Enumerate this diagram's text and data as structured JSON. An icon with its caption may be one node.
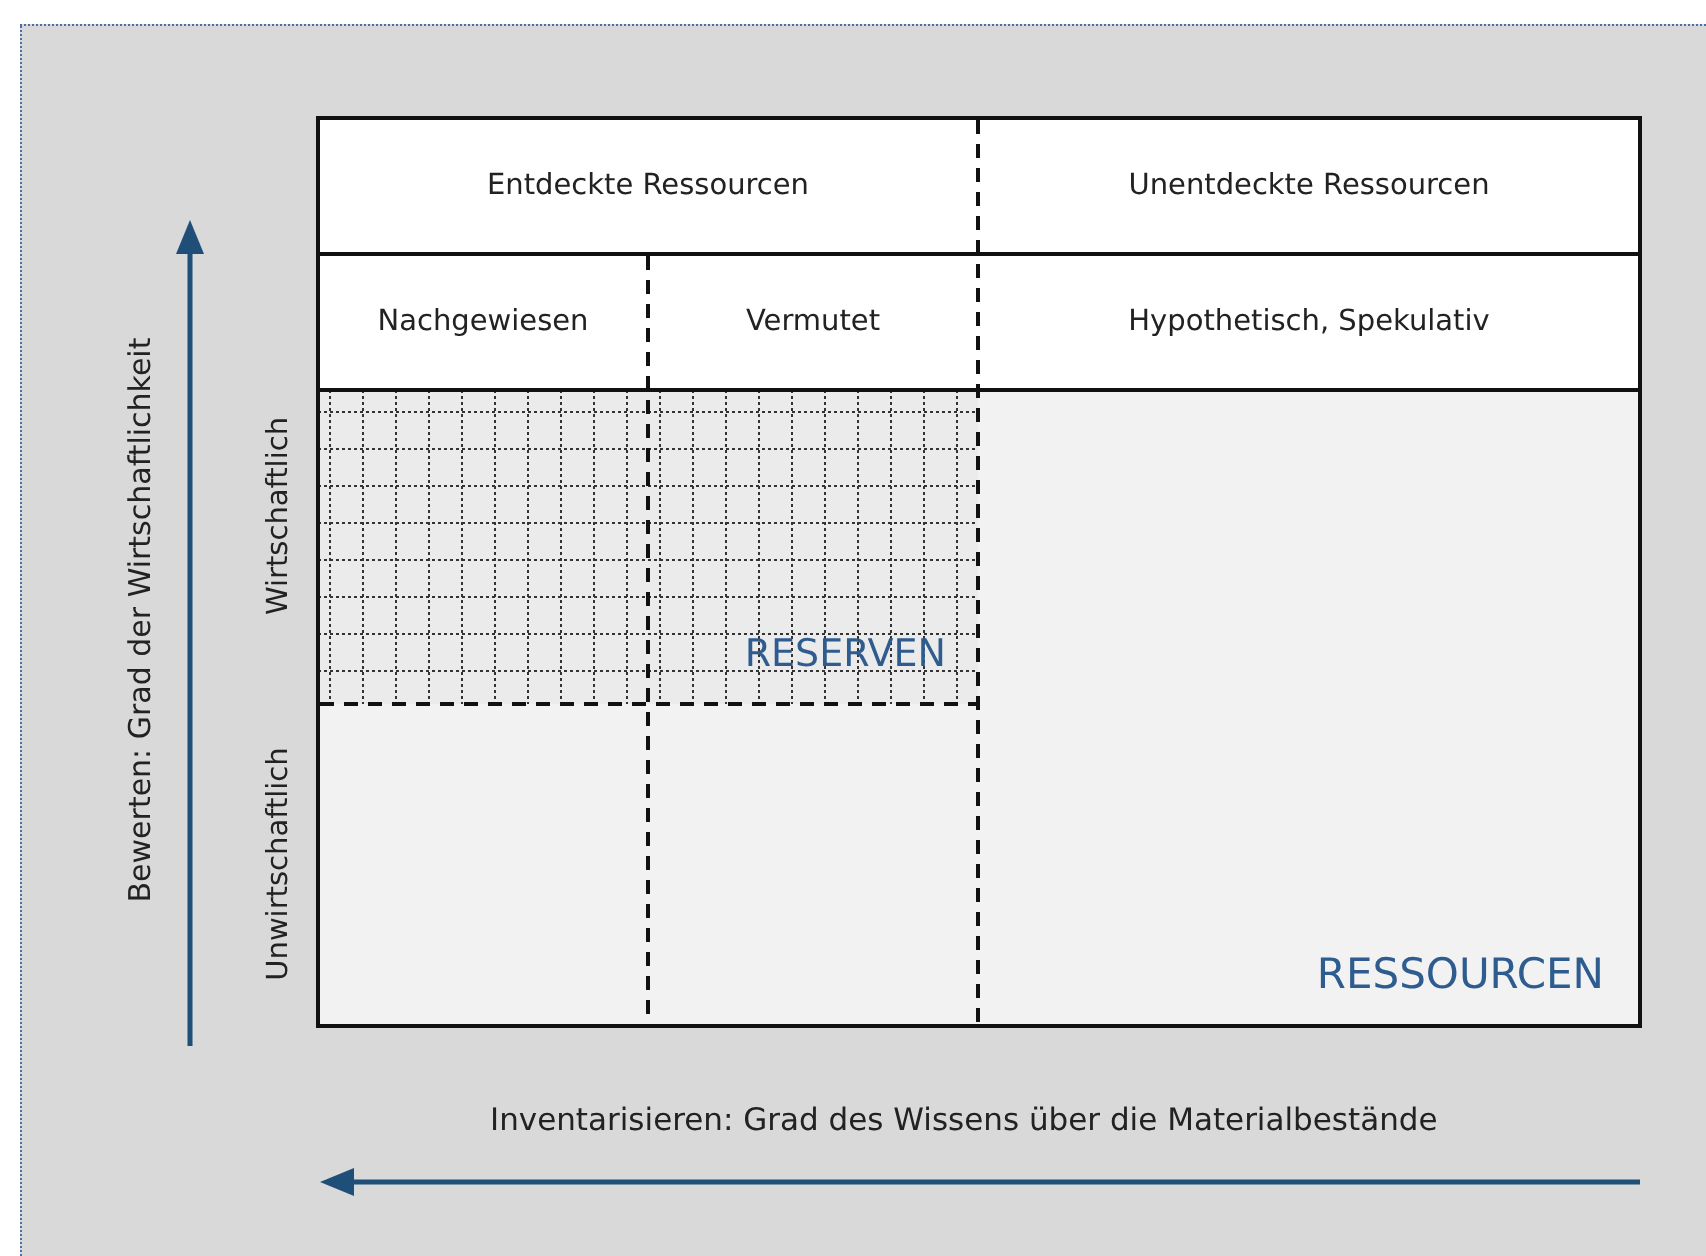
{
  "diagram": {
    "nodes": [
      {
        "text": [
          "Entdeckte Ressourcen"
        ]
      },
      {
        "text": [
          "Unentdeckte Ressourcen"
        ]
      },
      {
        "text": [
          "Nachgewiesen"
        ]
      },
      {
        "text": [
          "Vermutet"
        ]
      },
      {
        "text": [
          "Hypothetisch, Spekulativ"
        ]
      },
      {
        "text": [
          "RESSOURCEN"
        ]
      },
      {
        "text": [
          "RESERVEN"
        ],
        "in": 5
      }
    ],
    "labels": [
      "Bewerten: Grad der Wirtschaftlichkeit",
      "Wirtschaftlich",
      "Unwirtschaftlich",
      "Inventarisieren: Grad des Wissens über die Materialbestände"
    ]
  }
}
